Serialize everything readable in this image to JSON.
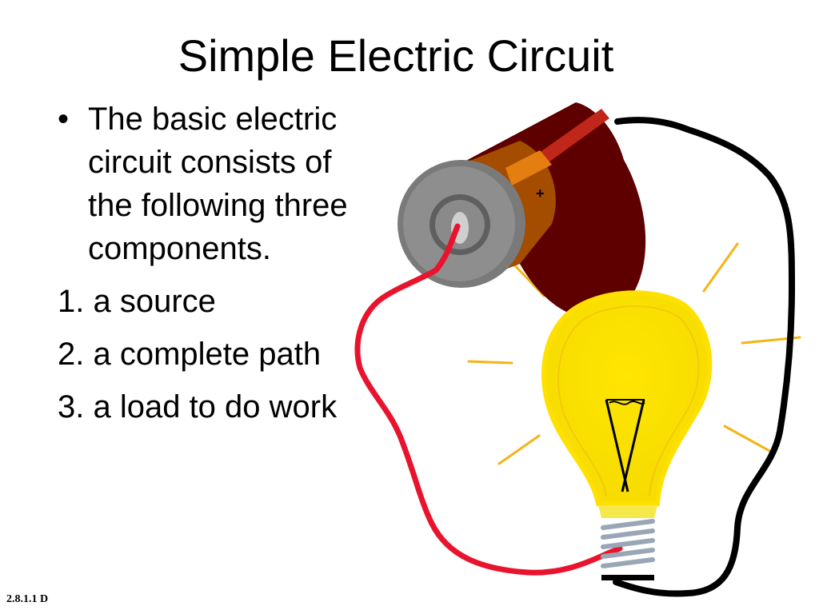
{
  "slide": {
    "title": "Simple Electric Circuit",
    "bullet_text": "The basic electric circuit consists of the following three components.",
    "bullet_symbol": "•",
    "items": [
      "1. a source",
      "2. a complete path",
      "3. a load to do work"
    ],
    "footer_code": "2.8.1.1 D"
  },
  "illustration": {
    "battery_terminal_mark": "+",
    "colors": {
      "battery_body": "#5e0000",
      "battery_label": "#a44c00",
      "wire_positive": "#e8142e",
      "wire_negative": "#000000",
      "bulb_glass": "#ffe500",
      "rays": "#f3b416",
      "base_threads": "#98a6b6"
    }
  }
}
